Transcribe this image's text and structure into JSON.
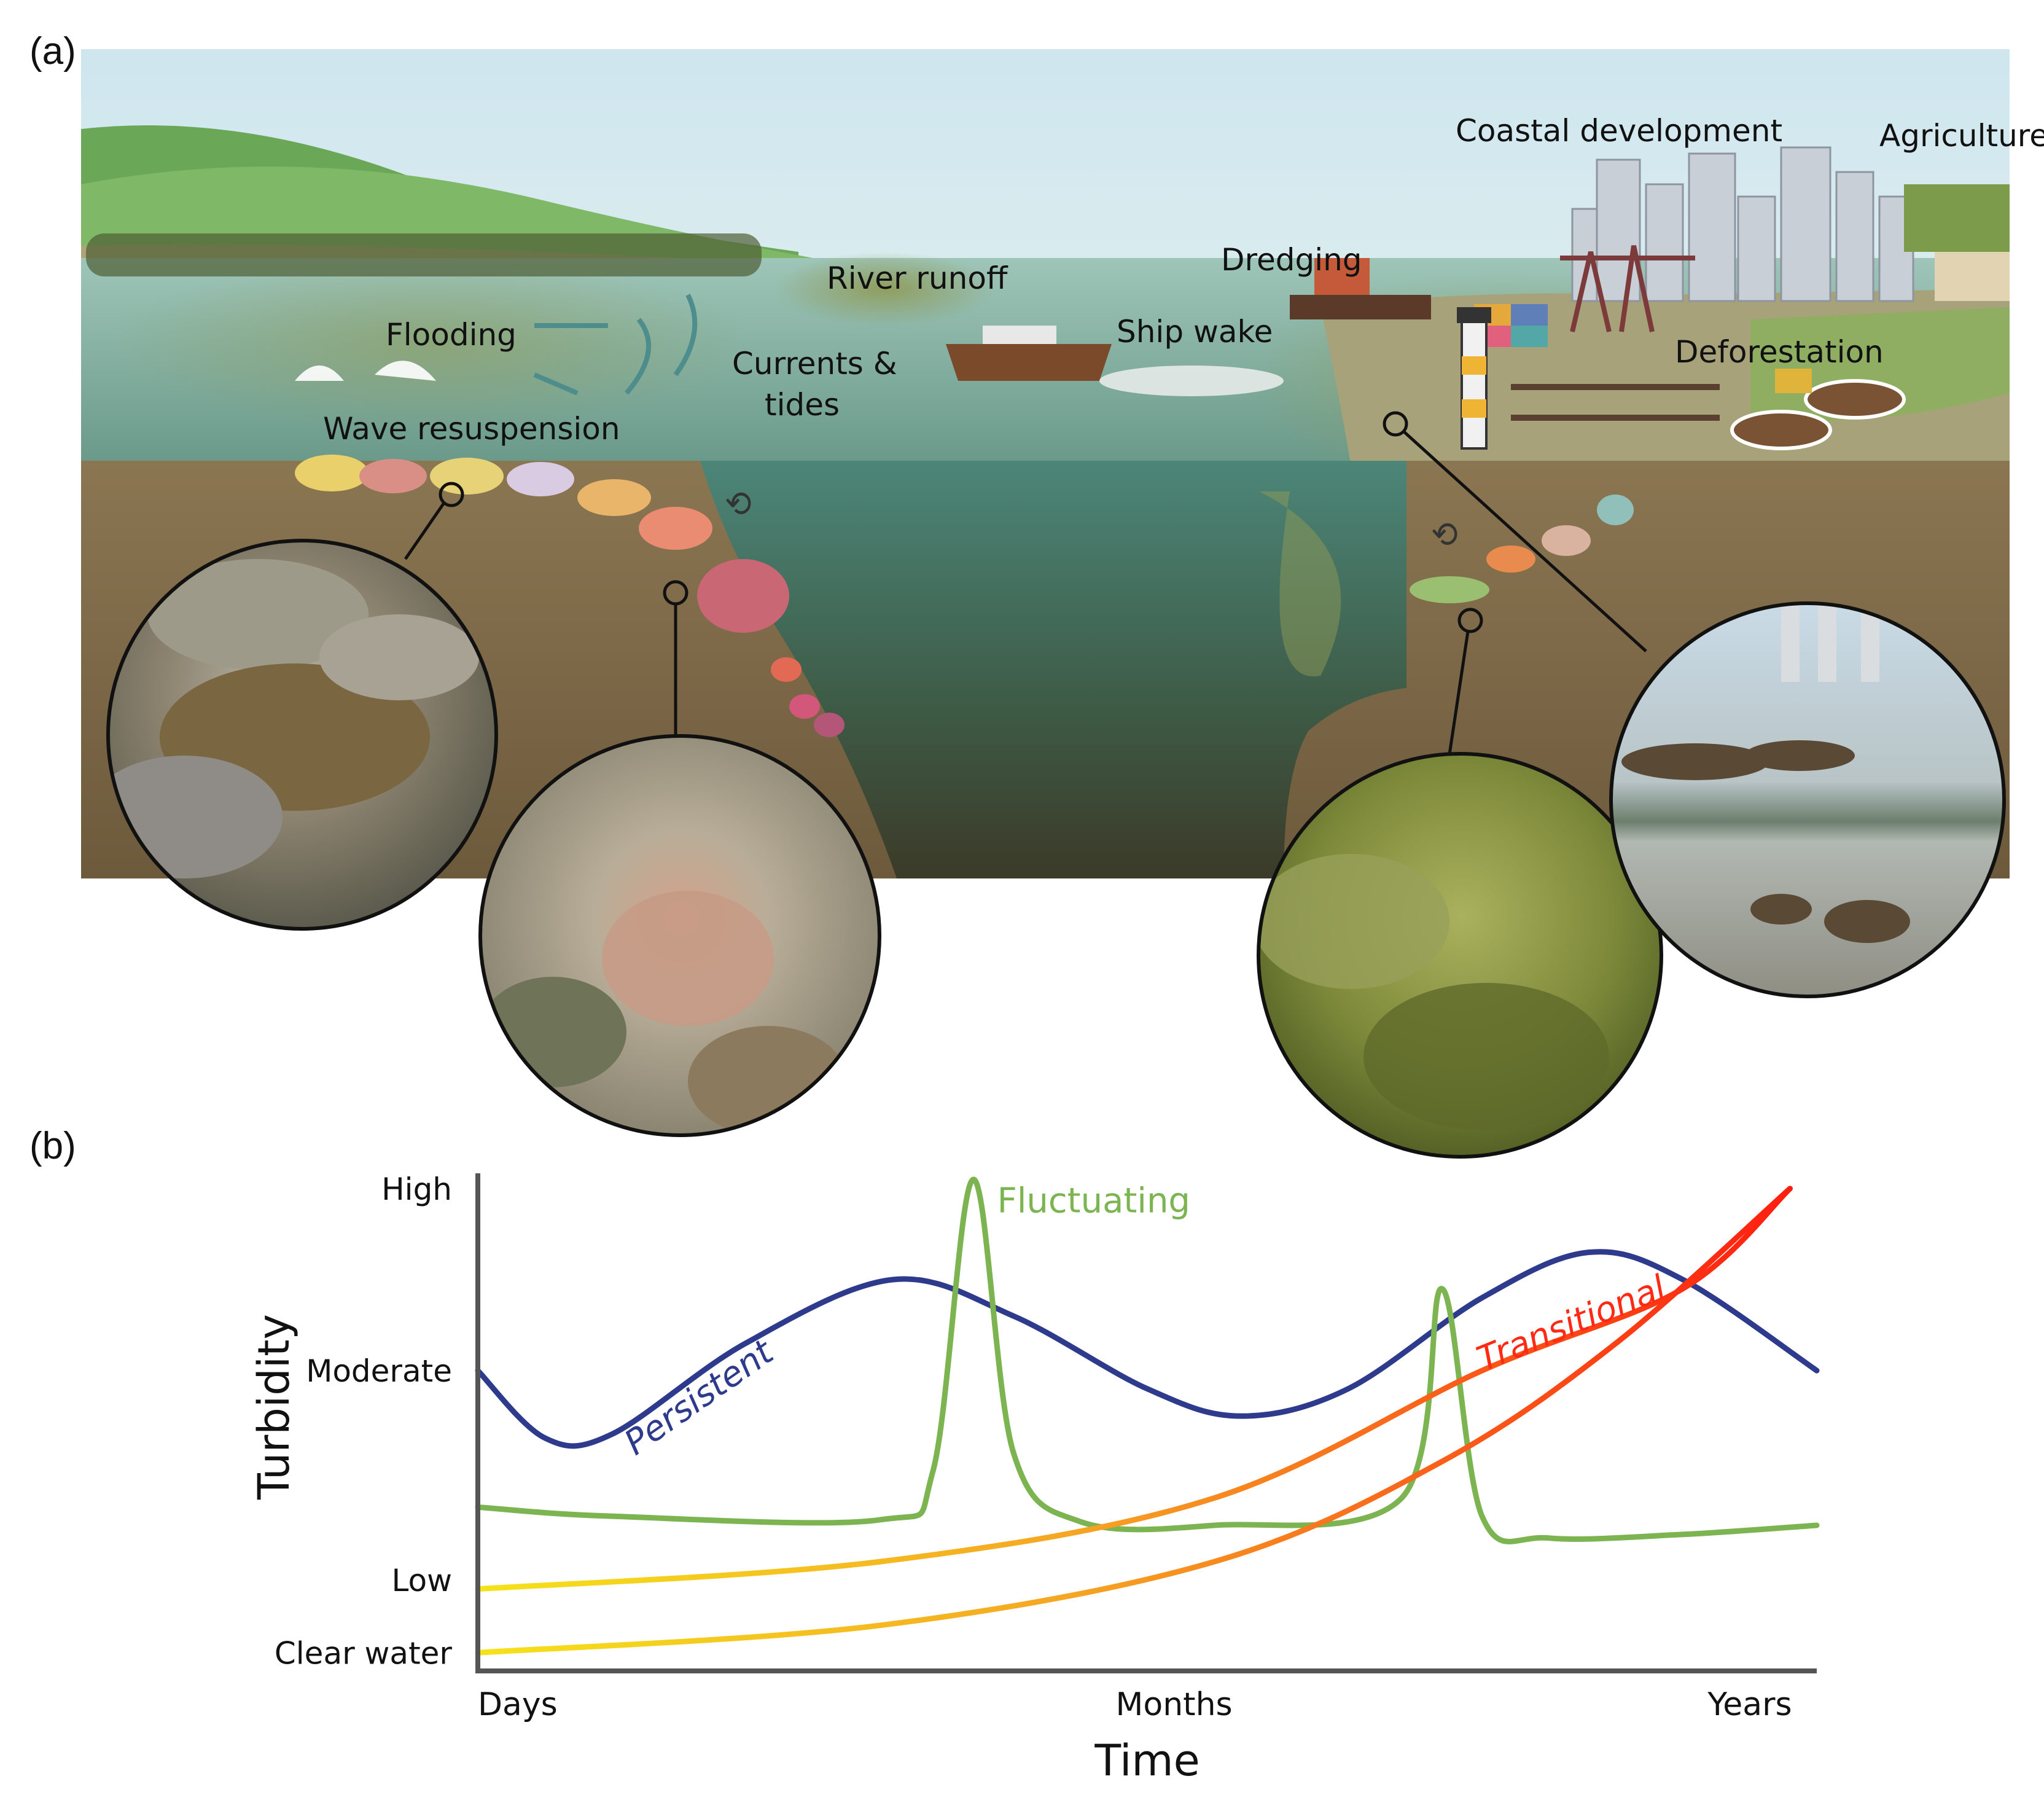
{
  "panels": {
    "a": "(a)",
    "b": "(b)"
  },
  "illustration": {
    "labels": {
      "flooding": "Flooding",
      "wave_resuspension": "Wave resuspension",
      "currents_tides_line1": "Currents &",
      "currents_tides_line2": "tides",
      "river_runoff": "River runoff",
      "ship_wake": "Ship wake",
      "dredging": "Dredging",
      "coastal_development": "Coastal development",
      "agriculture": "Agriculture",
      "deforestation": "Deforestation"
    },
    "photo_insets": [
      {
        "name": "photo-intertidal-coral",
        "tone": "#8a8675"
      },
      {
        "name": "photo-turbid-reef",
        "tone": "#a9a08a"
      },
      {
        "name": "photo-green-turbid",
        "tone": "#7f8a3e"
      },
      {
        "name": "photo-city-shore",
        "tone": "#9fb1bd"
      }
    ]
  },
  "chart_data": {
    "type": "line",
    "xlabel": "Time",
    "ylabel": "Turbidity",
    "x_ticks": [
      "Days",
      "Months",
      "Years"
    ],
    "y_ticks": [
      "Clear water",
      "Low",
      "Moderate",
      "High"
    ],
    "series": [
      {
        "name": "Persistent",
        "color": "#2e3a8c",
        "points": [
          [
            0,
            2.55
          ],
          [
            0.05,
            2.18
          ],
          [
            0.1,
            2.2
          ],
          [
            0.2,
            2.7
          ],
          [
            0.31,
            3.05
          ],
          [
            0.4,
            2.85
          ],
          [
            0.5,
            2.45
          ],
          [
            0.57,
            2.3
          ],
          [
            0.65,
            2.45
          ],
          [
            0.75,
            2.95
          ],
          [
            0.83,
            3.2
          ],
          [
            0.9,
            3.05
          ],
          [
            1,
            2.55
          ]
        ]
      },
      {
        "name": "Fluctuating",
        "color": "#7cb452",
        "points": [
          [
            0,
            1.8
          ],
          [
            0.1,
            1.75
          ],
          [
            0.3,
            1.73
          ],
          [
            0.34,
            2.0
          ],
          [
            0.37,
            3.6
          ],
          [
            0.4,
            2.1
          ],
          [
            0.45,
            1.72
          ],
          [
            0.55,
            1.7
          ],
          [
            0.69,
            1.85
          ],
          [
            0.72,
            3.0
          ],
          [
            0.75,
            1.75
          ],
          [
            0.8,
            1.63
          ],
          [
            0.9,
            1.65
          ],
          [
            1,
            1.7
          ]
        ]
      },
      {
        "name": "Transitional",
        "color": "#ff2a14",
        "points": [
          [
            0,
            1.35
          ],
          [
            0.3,
            1.5
          ],
          [
            0.55,
            1.85
          ],
          [
            0.75,
            2.55
          ],
          [
            0.9,
            3.0
          ],
          [
            0.98,
            3.55
          ]
        ]
      },
      {
        "name": "",
        "color": "#ff2a14",
        "points": [
          [
            0,
            1.0
          ],
          [
            0.3,
            1.15
          ],
          [
            0.55,
            1.5
          ],
          [
            0.72,
            2.05
          ],
          [
            0.85,
            2.7
          ],
          [
            0.98,
            3.55
          ]
        ]
      }
    ],
    "xlim": [
      0,
      1
    ],
    "ylim": [
      0.9,
      3.6
    ],
    "grid": false,
    "legend": "none (series labelled inline)"
  }
}
